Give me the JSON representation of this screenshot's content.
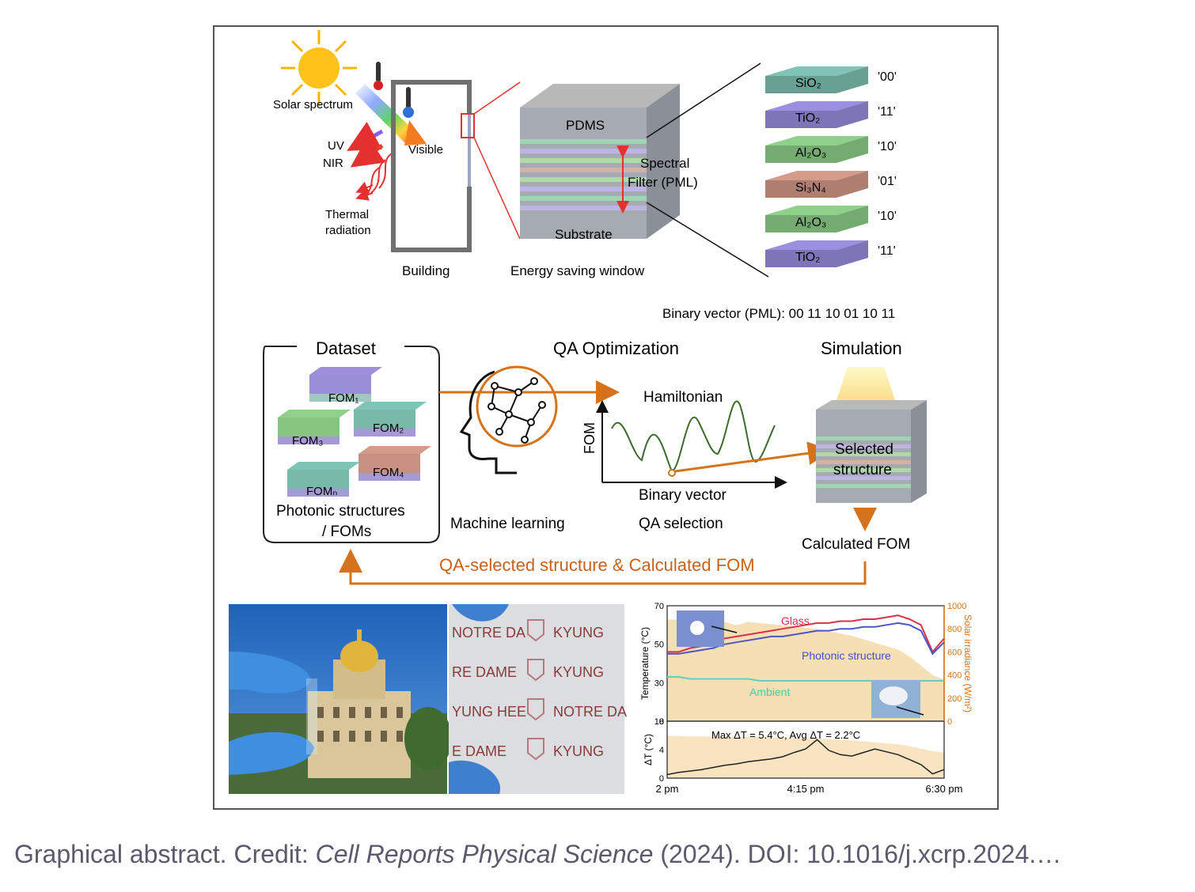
{
  "top": {
    "solar_spectrum": "Solar spectrum",
    "uv": "UV",
    "nir": "NIR",
    "visible": "Visible",
    "thermal_line1": "Thermal",
    "thermal_line2": "radiation",
    "building": "Building",
    "pdms": "PDMS",
    "spectral_line1": "Spectral",
    "spectral_line2": "Filter (PML)",
    "substrate": "Substrate",
    "window": "Energy saving window",
    "binary_vector": "Binary vector (PML): 00 11 10 01 10 11",
    "layers": [
      {
        "material": "SiO₂",
        "code": "'00'",
        "color": "#7fc4b5"
      },
      {
        "material": "TiO₂",
        "code": "'11'",
        "color": "#9a8fe0"
      },
      {
        "material": "Al₂O₃",
        "code": "'10'",
        "color": "#8fd08a"
      },
      {
        "material": "Si₃N₄",
        "code": "'01'",
        "color": "#d49a8a"
      },
      {
        "material": "Al₂O₃",
        "code": "'10'",
        "color": "#8fd08a"
      },
      {
        "material": "TiO₂",
        "code": "'11'",
        "color": "#9a8fe0"
      }
    ]
  },
  "middle": {
    "dataset": "Dataset",
    "qa_optimization": "QA Optimization",
    "simulation": "Simulation",
    "fom1": "FOM₁",
    "fom2": "FOM₂",
    "fom3": "FOM₃",
    "fom4": "FOM₄",
    "fomn": "FOMₙ",
    "photonic_line1": "Photonic structures",
    "photonic_line2": "/ FOMs",
    "machine_learning": "Machine learning",
    "hamiltonian": "Hamiltonian",
    "fom_axis": "FOM",
    "binary_vector_axis": "Binary vector",
    "qa_selection": "QA selection",
    "selected_line1": "Selected",
    "selected_line2": "structure",
    "calculated_fom": "Calculated FOM",
    "feedback": "QA-selected structure & Calculated FOM"
  },
  "photos": {
    "banner_rows": [
      [
        "NOTRE DA",
        "KYUNG"
      ],
      [
        "RE DAME",
        "KYUNG"
      ],
      [
        "YUNG HEE",
        "NOTRE DA"
      ],
      [
        "E DAME",
        "KYUNG"
      ]
    ]
  },
  "chart_data": {
    "type": "line",
    "x_ticks": [
      "2 pm",
      "4:15 pm",
      "6:30 pm"
    ],
    "top_panel": {
      "ylabel": "Temperature (°C)",
      "y_ticks": [
        10,
        30,
        50,
        70
      ],
      "ylim": [
        10,
        70
      ],
      "y2label": "Solar irradiance (W/m²)",
      "y2_ticks": [
        0,
        200,
        400,
        600,
        800,
        1000
      ],
      "y2lim": [
        0,
        1000
      ],
      "series": [
        {
          "name": "Glass",
          "color": "#d9304a",
          "values": [
            46,
            46,
            48,
            49,
            51,
            53,
            54,
            55,
            56,
            57,
            58,
            59,
            60,
            61,
            61,
            62,
            62,
            63,
            63,
            64,
            65,
            63,
            60,
            46,
            53
          ]
        },
        {
          "name": "Photonic structure",
          "color": "#4b55c8",
          "values": [
            45,
            45,
            46,
            47,
            48,
            50,
            51,
            52,
            53,
            54,
            54,
            55,
            56,
            57,
            57,
            58,
            58,
            59,
            59,
            60,
            61,
            60,
            57,
            45,
            51
          ]
        },
        {
          "name": "Ambient",
          "color": "#5fd1b8",
          "values": [
            33,
            33,
            32,
            32,
            32,
            32,
            32,
            32,
            31,
            31,
            31,
            31,
            31,
            31,
            31,
            31,
            31,
            31,
            31,
            31,
            31,
            31,
            31,
            31,
            31
          ]
        },
        {
          "name": "Solar irradiance",
          "color": "#f6d9a8",
          "values": [
            880,
            880,
            870,
            870,
            860,
            860,
            830,
            860,
            850,
            840,
            830,
            820,
            810,
            800,
            780,
            760,
            740,
            710,
            680,
            650,
            620,
            560,
            480,
            400,
            360
          ]
        }
      ]
    },
    "bottom_panel": {
      "ylabel": "ΔT (°C)",
      "y_ticks": [
        0,
        4,
        8
      ],
      "ylim": [
        0,
        8
      ],
      "annotation": "Max ΔT = 5.4°C, Avg ΔT = 2.2°C",
      "values": [
        0.5,
        0.8,
        1.0,
        1.2,
        1.5,
        1.8,
        2.0,
        2.3,
        2.5,
        2.7,
        3.0,
        3.6,
        4.1,
        5.4,
        3.9,
        3.3,
        3.1,
        3.6,
        4.1,
        3.7,
        3.3,
        2.6,
        1.9,
        0.6,
        1.2
      ]
    },
    "legend": [
      {
        "label": "Glass",
        "color": "#d9304a"
      },
      {
        "label": "Photonic structure",
        "color": "#3f4fc8"
      },
      {
        "label": "Ambient",
        "color": "#3fcfb0"
      }
    ]
  },
  "caption": {
    "prefix": "Graphical abstract. Credit: ",
    "journal": "Cell Reports Physical Science",
    "suffix": " (2024). DOI: 10.1016/j.xcrp.2024.…"
  }
}
